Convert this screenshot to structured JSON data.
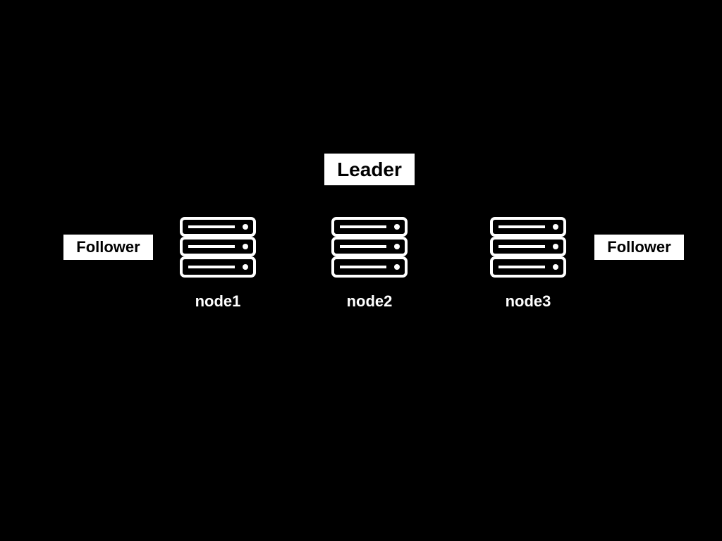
{
  "colors": {
    "background": "#000000",
    "foreground": "#ffffff"
  },
  "roles": {
    "leader": "Leader",
    "follower_left": "Follower",
    "follower_right": "Follower"
  },
  "nodes": [
    {
      "label": "node1",
      "icon": "server-rack-icon",
      "role": "Follower"
    },
    {
      "label": "node2",
      "icon": "server-rack-icon",
      "role": "Leader"
    },
    {
      "label": "node3",
      "icon": "server-rack-icon",
      "role": "Follower"
    }
  ]
}
